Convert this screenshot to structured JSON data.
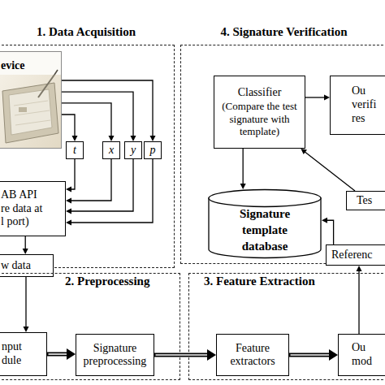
{
  "diagram": {
    "nodes": [
      {
        "text": [
          "1. Data Acquisition"
        ]
      },
      {
        "text": [
          "evice"
        ],
        "in": 0
      },
      {
        "text": [
          "t"
        ],
        "in": 0
      },
      {
        "text": [
          "x"
        ],
        "in": 0
      },
      {
        "text": [
          "y"
        ],
        "in": 0
      },
      {
        "text": [
          "p"
        ],
        "in": 0
      },
      {
        "text": [
          "AB API re data at l port)"
        ],
        "in": 0
      },
      {
        "text": [
          "w data"
        ],
        "in": 0
      },
      {
        "text": [
          "4. Signature Verification"
        ]
      },
      {
        "text": [
          "Classifier",
          "(Compare the test signature with template)"
        ],
        "in": 8
      },
      {
        "text": [
          "Ou verifi res"
        ],
        "in": 8
      },
      {
        "text": [
          "Signature template database"
        ],
        "in": 8
      },
      {
        "text": [
          "Tes"
        ],
        "in": 8
      },
      {
        "text": [
          "Referenc"
        ],
        "in": 8
      },
      {
        "text": [
          "2. Preprocessing"
        ]
      },
      {
        "text": [
          "nput dule"
        ],
        "in": 14
      },
      {
        "text": [
          "Signature preprocessing"
        ],
        "in": 14
      },
      {
        "text": [
          "3. Feature Extraction"
        ]
      },
      {
        "text": [
          "Feature extractors"
        ],
        "in": 17
      },
      {
        "text": [
          "Ou mod"
        ],
        "in": 17
      }
    ],
    "edges": [
      {
        "from": 1,
        "to": 2,
        "arrow": "to"
      },
      {
        "from": 1,
        "to": 3,
        "arrow": "to"
      },
      {
        "from": 1,
        "to": 4,
        "arrow": "to"
      },
      {
        "from": 1,
        "to": 5,
        "arrow": "to"
      },
      {
        "from": 2,
        "to": 6,
        "arrow": "to"
      },
      {
        "from": 3,
        "to": 6,
        "arrow": "to"
      },
      {
        "from": 4,
        "to": 6,
        "arrow": "to"
      },
      {
        "from": 5,
        "to": 6,
        "arrow": "to"
      },
      {
        "from": 6,
        "to": 7,
        "arrow": "to"
      },
      {
        "from": 7,
        "to": 15,
        "arrow": "to"
      },
      {
        "from": 15,
        "to": 16,
        "arrow": "to"
      },
      {
        "from": 16,
        "to": 18,
        "arrow": "to"
      },
      {
        "from": 18,
        "to": 19,
        "arrow": "to"
      },
      {
        "from": 19,
        "to": 13,
        "arrow": "to"
      },
      {
        "from": 13,
        "to": 11,
        "arrow": "to"
      },
      {
        "from": 12,
        "to": 9,
        "arrow": "to"
      },
      {
        "from": 9,
        "to": 10,
        "arrow": "to"
      },
      {
        "from": 9,
        "to": 11,
        "arrow": "to"
      }
    ]
  }
}
